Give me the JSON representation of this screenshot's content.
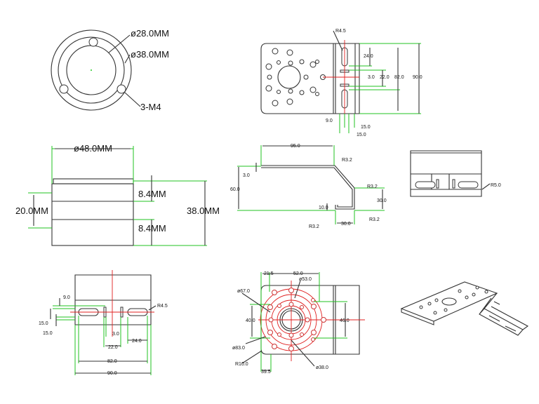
{
  "motor_mount": {
    "front": {
      "d_inner": "ø28.0MM",
      "d_outer": "ø38.0MM",
      "holes": "3-M4"
    },
    "side": {
      "d_body": "ø48.0MM",
      "h_band1": "8.4MM",
      "h_band2": "8.4MM",
      "h_total": "38.0MM",
      "h_mid": "20.0MM"
    }
  },
  "bracket": {
    "top_view": {
      "slot_radius": "R4.5",
      "d24": "24.0",
      "d3": "3.0",
      "d22": "22.0",
      "d82": "82.0",
      "d90": "90.0",
      "d9": "9.0",
      "d15a": "15.0",
      "d15b": "15.0"
    },
    "profile": {
      "d95": "95.0",
      "r1": "R3.2",
      "d3": "3.0",
      "d60": "60.0",
      "r2": "R3.2",
      "d30v": "30.0",
      "d10": "10.0",
      "r3": "R3.2",
      "d30h": "30.0",
      "r4": "R3.2"
    },
    "end_view": {
      "radius": "R5.0"
    },
    "front_view": {
      "d9": "9.0",
      "slot_radius": "R4.5",
      "d15a": "15.0",
      "d15b": "15.0",
      "d3": "3.0",
      "d24": "24.0",
      "d22": "22.0",
      "d82": "82.0",
      "d90": "90.0"
    },
    "plate_view": {
      "d21_5": "21.5",
      "d52": "52.0",
      "d53": "ø53.0",
      "d67": "ø67.0",
      "d40": "40.0",
      "d46": "46.0",
      "d83": "ø83.0",
      "r10": "R10.0",
      "d38": "ø38.0",
      "d39_5": "39.5"
    }
  }
}
